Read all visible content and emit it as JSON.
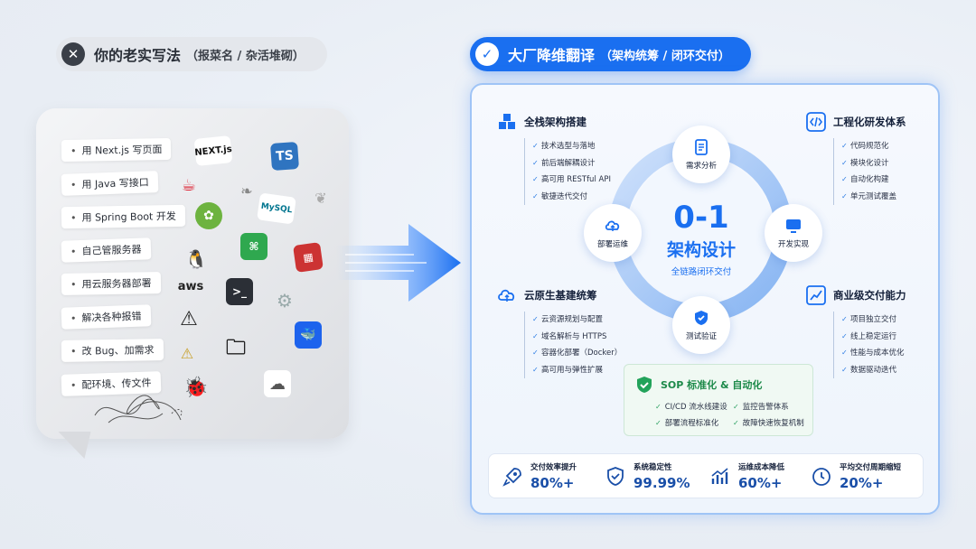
{
  "left_pill": {
    "title": "你的老实写法",
    "subtitle": "（报菜名 / 杂活堆砌）"
  },
  "right_pill": {
    "title": "大厂降维翻译",
    "subtitle": "（架构统筹 / 闭环交付）"
  },
  "left_list": [
    "用 Next.js 写页面",
    "用 Java 写接口",
    "用 Spring Boot 开发",
    "自己管服务器",
    "用云服务器部署",
    "解决各种报错",
    "改 Bug、加需求",
    "配环境、传文件"
  ],
  "left_logos": {
    "next": "NEXT.js",
    "ts": "TS",
    "mysql": "MySQL",
    "aws": "aws",
    "terminal": ">_"
  },
  "center": {
    "big": "0-1",
    "title": "架构设计",
    "subtitle": "全链路闭环交付"
  },
  "cycle_nodes": [
    "需求分析",
    "开发实现",
    "测试验证",
    "部署运维"
  ],
  "sections": {
    "fullstack": {
      "title": "全栈架构搭建",
      "items": [
        "技术选型与落地",
        "前后端解耦设计",
        "高可用 RESTful API",
        "敏捷迭代交付"
      ]
    },
    "engineering": {
      "title": "工程化研发体系",
      "items": [
        "代码规范化",
        "模块化设计",
        "自动化构建",
        "单元测试覆盖"
      ]
    },
    "cloud": {
      "title": "云原生基建统筹",
      "items": [
        "云资源规划与配置",
        "域名解析与 HTTPS",
        "容器化部署（Docker）",
        "高可用与弹性扩展"
      ]
    },
    "commercial": {
      "title": "商业级交付能力",
      "items": [
        "项目独立交付",
        "线上稳定运行",
        "性能与成本优化",
        "数据驱动迭代"
      ]
    }
  },
  "sop": {
    "title": "SOP 标准化 & 自动化",
    "items": [
      "CI/CD 流水线建设",
      "监控告警体系",
      "部署流程标准化",
      "故障快速恢复机制"
    ]
  },
  "stats": [
    {
      "label": "交付效率提升",
      "value": "80%+"
    },
    {
      "label": "系统稳定性",
      "value": "99.99%"
    },
    {
      "label": "运维成本降低",
      "value": "60%+"
    },
    {
      "label": "平均交付周期缩短",
      "value": "20%+"
    }
  ],
  "colors": {
    "accent": "#1a6ff0",
    "green": "#1d8a4a",
    "dark": "#2a2f38"
  }
}
